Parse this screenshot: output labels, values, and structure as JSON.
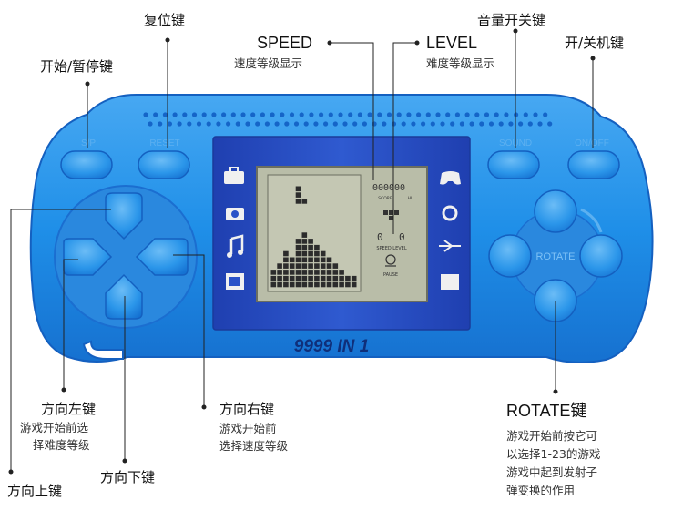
{
  "device": {
    "model": "9999 IN 1",
    "btn_sp": "S/P",
    "btn_reset": "RESET",
    "btn_sound": "SOUND",
    "btn_onoff": "ON/OFF",
    "btn_rotate": "ROTATE",
    "score_label": "SCORE",
    "score_value": "000000",
    "hi_label": "HI",
    "speed_level_label": "SPEED LEVEL",
    "speed_value": "0",
    "level_value": "0",
    "pause_label": "PAUSE"
  },
  "callouts": {
    "reset": "复位键",
    "start_pause": "开始/暂停键",
    "speed": "SPEED",
    "speed_desc": "速度等级显示",
    "level": "LEVEL",
    "level_desc": "难度等级显示",
    "volume": "音量开关键",
    "power": "开/关机键",
    "left": "方向左键",
    "left_desc_1": "游戏开始前选",
    "left_desc_2": "择难度等级",
    "down": "方向下键",
    "up": "方向上键",
    "right": "方向右键",
    "right_desc_1": "游戏开始前",
    "right_desc_2": "选择速度等级",
    "rotate": "ROTATE键",
    "rotate_desc_1": "游戏开始前按它可",
    "rotate_desc_2": "以选择1-23的游戏",
    "rotate_desc_3": "游戏中起到发射子",
    "rotate_desc_4": "弹变换的作用"
  },
  "colors": {
    "body_blue": "#1f8fe8",
    "body_dark": "#1565c8",
    "panel_blue": "#2a52c8",
    "lcd_bg": "#b9bda8"
  }
}
